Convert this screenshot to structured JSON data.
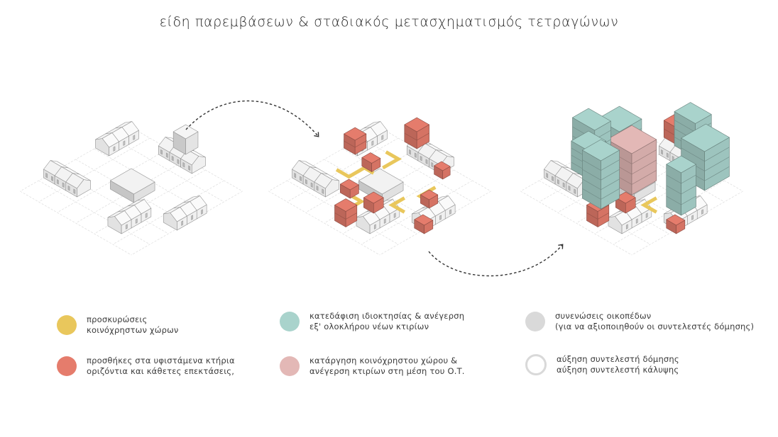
{
  "title": "είδη παρεμβάσεων & σταδιακός μετασχηματισμός τετραγώνων",
  "colors": {
    "yellow": "#e9c75c",
    "red": "#e57c6c",
    "teal": "#a9d3cc",
    "pink": "#e3b8b6",
    "grey": "#d9d9d9",
    "ring": "#d9d9d9",
    "house_top": "#f7f7f7",
    "house_left": "#dcdcdc",
    "house_right": "#ececec",
    "arrow": "#333333"
  },
  "diagrams": [
    {
      "id": "stage-1",
      "label": "existing block"
    },
    {
      "id": "stage-2",
      "label": "additions and public space reclamations"
    },
    {
      "id": "stage-3",
      "label": "full transformation with new buildings"
    }
  ],
  "arrows": [
    {
      "from": "stage-1",
      "to": "stage-2",
      "style": "dashed-curve"
    },
    {
      "from": "stage-2",
      "to": "stage-3",
      "style": "dashed-curve"
    }
  ],
  "legend": [
    {
      "id": "yellow",
      "color": "#e9c75c",
      "lines": [
        "προσκυρώσεις",
        "κοινόχρηστων χώρων"
      ]
    },
    {
      "id": "red",
      "color": "#e57c6c",
      "lines": [
        "προσθήκες στα υφιστάμενα κτήρια",
        "οριζόντια και κάθετες επεκτάσεις,"
      ]
    },
    {
      "id": "teal",
      "color": "#a9d3cc",
      "lines": [
        "κατεδάφιση ιδιοκτησίας & ανέγερση",
        "εξ' ολοκλήρου νέων κτιρίων"
      ]
    },
    {
      "id": "pink",
      "color": "#e3b8b6",
      "lines": [
        "κατάργηση κοινόχρηστου χώρου &",
        "ανέγερση κτιρίων στη μέση του Ο.Τ."
      ]
    },
    {
      "id": "grey",
      "color": "#d9d9d9",
      "lines": [
        "συνενώσεις οικοπέδων",
        "(για να αξιοποιηθούν οι συντελεστές δόμησης)"
      ]
    },
    {
      "id": "ring",
      "color": "#d9d9d9",
      "lines": [
        "αύξηση συντελεστή δόμησης",
        "αύξηση συντελεστή κάλυψης"
      ]
    }
  ]
}
